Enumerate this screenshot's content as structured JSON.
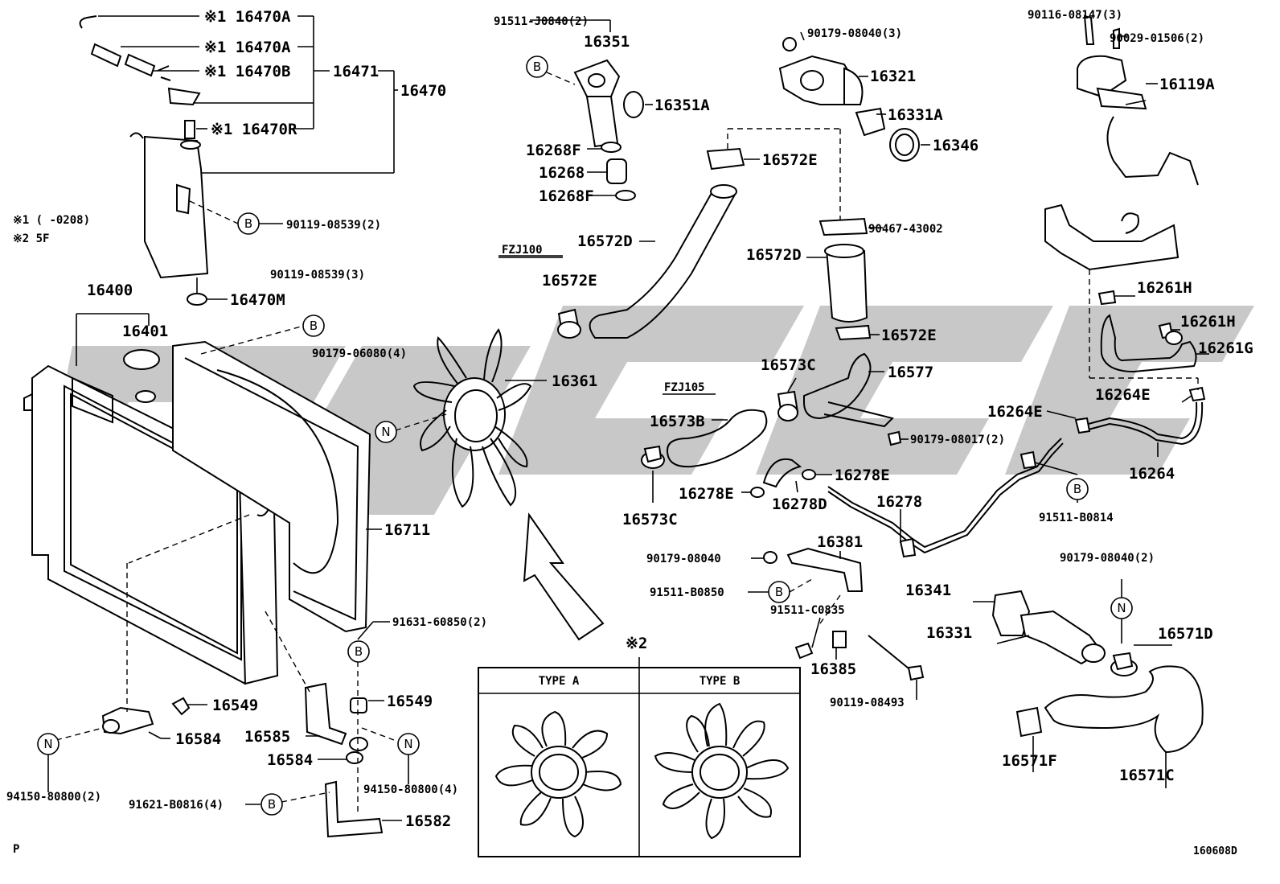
{
  "diagram_code": "160608D",
  "page_marker": "P",
  "notes": {
    "note1": "※1 (      -0208)",
    "note2": "※2 5F",
    "fan_type_marker": "※2"
  },
  "model_labels": {
    "fzj100": "FZJ100",
    "fzj105": "FZJ105"
  },
  "fan_types": {
    "type_a": "TYPE A",
    "type_b": "TYPE B"
  },
  "callout_letters": {
    "b": "B",
    "n": "N"
  },
  "parts": {
    "p16470A_1": "※1 16470A",
    "p16470A_2": "※1 16470A",
    "p16470B": "※1 16470B",
    "p16470R": "※1 16470R",
    "p16471": "16471",
    "p16470": "16470",
    "p16470M": "16470M",
    "p90119_08539_2": "90119-08539(2)",
    "p90119_08539_3": "90119-08539(3)",
    "p16400": "16400",
    "p16401": "16401",
    "p90179_06080": "90179-06080(4)",
    "p16361": "16361",
    "p16711": "16711",
    "p91631_60850": "91631-60850(2)",
    "p16549_a": "16549",
    "p16549_b": "16549",
    "p16584_a": "16584",
    "p16584_b": "16584",
    "p16585": "16585",
    "p16582": "16582",
    "p94150_80800_a": "94150-80800(2)",
    "p94150_80800_b": "94150-80800(4)",
    "p91621_B0816": "91621-B0816(4)",
    "p91511_J0840": "91511-J0840(2)",
    "p16351": "16351",
    "p16351A": "16351A",
    "p16268F_a": "16268F",
    "p16268": "16268",
    "p16268F_b": "16268F",
    "p16572D_a": "16572D",
    "p16572E_a": "16572E",
    "p16572E_b": "16572E",
    "p16572E_c": "16572E",
    "p16572D_b": "16572D",
    "p90179_08040_3": "90179-08040(3)",
    "p16321": "16321",
    "p16331A": "16331A",
    "p16346": "16346",
    "p90467_43002": "90467-43002",
    "p16573C_a": "16573C",
    "p16573C_b": "16573C",
    "p16577": "16577",
    "p16573B": "16573B",
    "p90179_08017": "90179-08017(2)",
    "p16278E_a": "16278E",
    "p16278E_b": "16278E",
    "p16278D": "16278D",
    "p16278": "16278",
    "p16381": "16381",
    "p90179_08040": "90179-08040",
    "p91511_B0850": "91511-B0850",
    "p91511_C0835": "91511-C0835",
    "p16385": "16385",
    "p90119_08493": "90119-08493",
    "p90116_08147": "90116-08147(3)",
    "p90029_01506": "90029-01506(2)",
    "p16119A": "16119A",
    "p16261H_a": "16261H",
    "p16261H_b": "16261H",
    "p16261G": "16261G",
    "p16264E_a": "16264E",
    "p16264E_b": "16264E",
    "p16264": "16264",
    "p91511_B0814": "91511-B0814",
    "p90179_08040_2": "90179-08040(2)",
    "p16341": "16341",
    "p16331": "16331",
    "p16571D": "16571D",
    "p16571F": "16571F",
    "p16571C": "16571C"
  }
}
